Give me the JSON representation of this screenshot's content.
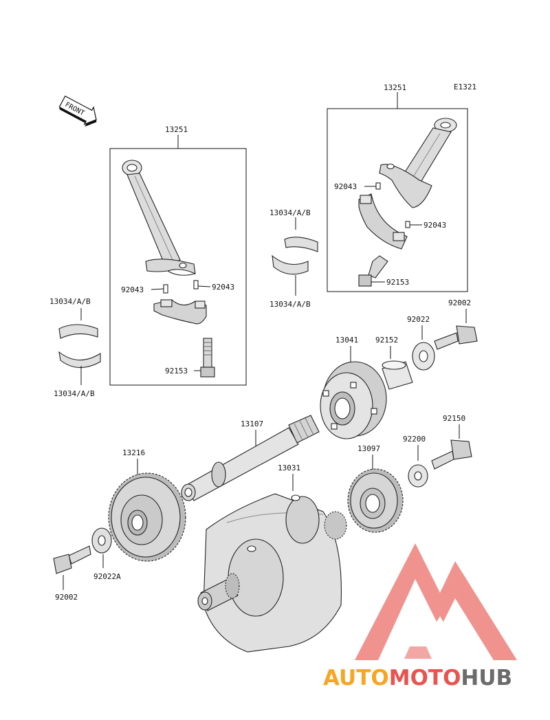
{
  "diagram_code": "E1321",
  "front_label": "FRONT",
  "labels": {
    "rod_left": "13251",
    "rod_right": "13251",
    "pin_l1": "92043",
    "pin_l2": "92043",
    "pin_r1": "92043",
    "pin_r2": "92043",
    "bolt_left": "92153",
    "bolt_right": "92153",
    "bearing_mid_top": "13034/A/B",
    "bearing_mid_bot": "13034/A/B",
    "bearing_left_top": "13034/A/B",
    "bearing_left_bot": "13034/A/B",
    "bolt_92002_right": "92002",
    "washer_92022": "92022",
    "collar_92152": "92152",
    "clutch_13041": "13041",
    "shaft_13107": "13107",
    "bolt_92150": "92150",
    "washer_92200": "92200",
    "gear_13097": "13097",
    "crank_13031": "13031",
    "gear_13216": "13216",
    "bolt_92002_left": "92002",
    "washer_92022A": "92022A"
  },
  "watermark": {
    "part1": "AUTO",
    "part2": "MOTO",
    "part3": "HUB",
    "color_orange": "#f6a623",
    "color_red": "#e8544f",
    "color_gray": "#6b6b6b"
  }
}
